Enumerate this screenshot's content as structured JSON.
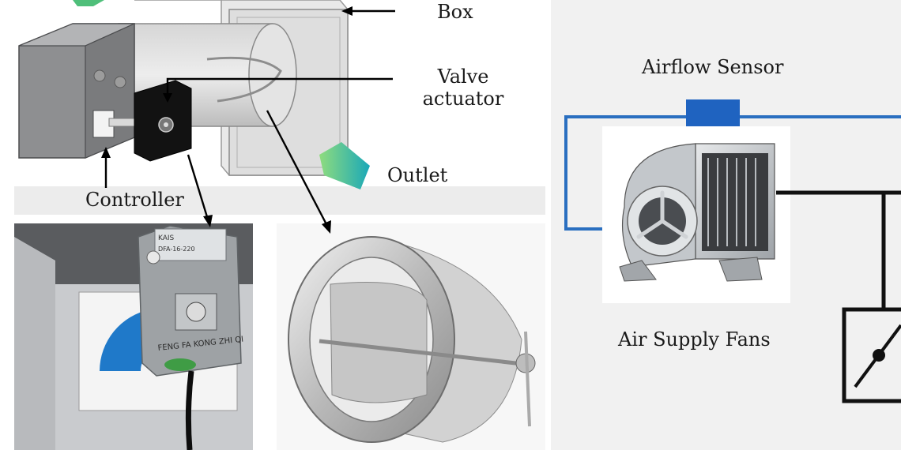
{
  "labels": {
    "box": "Box",
    "valve_actuator_line1": "Valve",
    "valve_actuator_line2": "actuator",
    "outlet": "Outlet",
    "controller": "Controller",
    "airflow_sensor": "Airflow Sensor",
    "air_supply_fans": "Air Supply Fans"
  },
  "actuator_plate": {
    "brand": "KAIS",
    "model": "DFA-16-220",
    "bottom_text": "FENG FA KONG ZHI QI"
  },
  "colors": {
    "sensor_line": "#2a6fc0",
    "sensor_block": "#1f63c0",
    "control_line": "#111111",
    "outlet_arrow": "#39b9a8",
    "dial_blue": "#1f79c9"
  }
}
